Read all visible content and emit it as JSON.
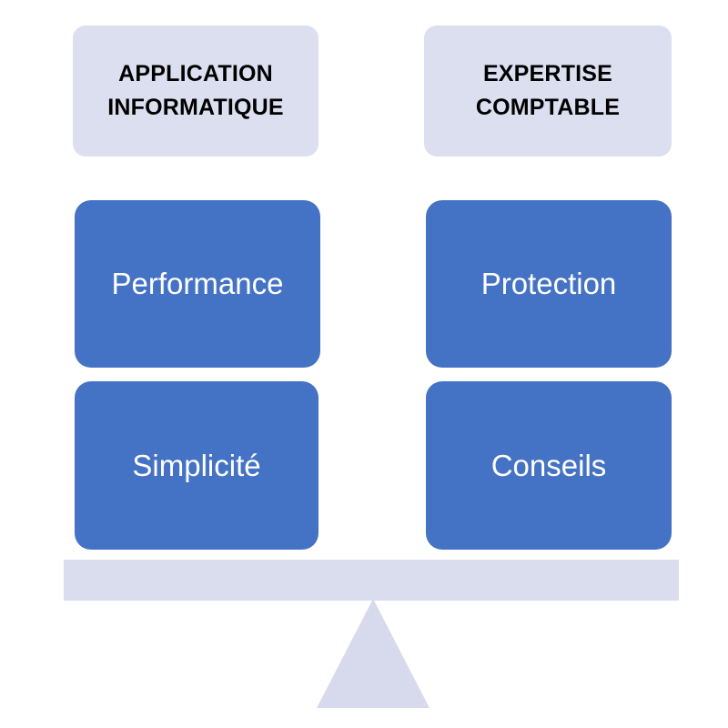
{
  "diagram": {
    "title": "Balance scale comparing two pillars",
    "colors": {
      "header_box_fill": "#DCDFF0",
      "value_box_fill": "#4472C4",
      "value_box_text": "#FFFFFF",
      "header_box_text": "#000000",
      "beam_fill": "#DADDED",
      "fulcrum_fill": "#D6DAEC",
      "background": "#FFFFFF"
    },
    "columns": [
      {
        "id": "left",
        "header": {
          "line1": "APPLICATION",
          "line2": "INFORMATIQUE"
        },
        "values": [
          {
            "label": "Performance"
          },
          {
            "label": "Simplicité"
          }
        ]
      },
      {
        "id": "right",
        "header": {
          "line1": "EXPERTISE",
          "line2": "COMPTABLE"
        },
        "values": [
          {
            "label": "Protection"
          },
          {
            "label": "Conseils"
          }
        ]
      }
    ],
    "base": {
      "beam_name": "balance-beam",
      "fulcrum_name": "fulcrum-triangle"
    }
  }
}
